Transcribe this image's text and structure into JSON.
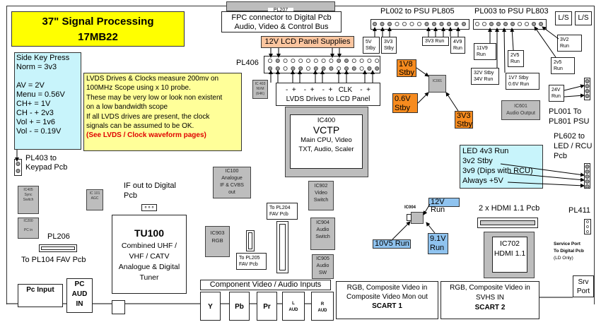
{
  "title": {
    "line1": "37\" Signal Processing",
    "line2": "17MB22"
  },
  "fpc": {
    "connector": "PL207",
    "line1": "FPC connector to Digital Pcb",
    "line2": "Audio, Video & Control Bus"
  },
  "pl002": {
    "label": "PL002 to PSU PL805",
    "tags": [
      "5V Stby",
      "3V3 Stby",
      "3V3 Run",
      "4V9 Run"
    ]
  },
  "pl003": {
    "label": "PL003 to PSU PL803",
    "tags": [
      "11V9 Run",
      "32V Stby 34V Run",
      "2V5 Run",
      "1V7 Stby 0.6V Run",
      "2v5 Run",
      "3V2 Run"
    ]
  },
  "ls": [
    "L/S",
    "L/S"
  ],
  "side_key": {
    "lines": [
      "Side Key Press",
      "Norm = 3v3",
      "",
      "AV = 2V",
      "Menu = 0.56V",
      "CH+ = 1V",
      "CH - + 2v3",
      "Vol + = 1v6",
      "Vol - = 0.19V"
    ]
  },
  "pl403": {
    "line1": "PL403 to",
    "line2": "Keypad Pcb"
  },
  "lvds_note": {
    "lines": [
      "LVDS Drives & Clocks measure 200mv on",
      "100MHz Scope using x 10 probe.",
      "These may be very low or look non existent",
      "on a low bandwidth scope",
      "If all LVDS drives are present, the clock",
      "signals can be assumed to be OK."
    ],
    "link": "(See LVDS / Clock waveform pages)"
  },
  "panel_supplies": "12V LCD Panel Supplies",
  "pl406": "PL406",
  "lvds": {
    "signals": "-  +    -  +    -  +   CLK    -  +",
    "label": "LVDS Drives to LCD Panel"
  },
  "ic403": {
    "line1": "IC 403",
    "line2": "NVM",
    "line3": "(64K)"
  },
  "ic400": {
    "id": "IC400",
    "name": "VCTP",
    "line1": "Main CPU, Video",
    "line2": "TXT, Audio, Scaler"
  },
  "ic001": {
    "id": "IC001",
    "tags": [
      "1V8 Stby",
      "0.6V Stby",
      "3V3 Stby"
    ]
  },
  "ic601": {
    "line1": "IC601",
    "line2": "Audio Output"
  },
  "pl001": {
    "tag": "24V Run",
    "line1": "PL001 To",
    "line2": "PL801 PSU"
  },
  "pl602": {
    "line1": "PL602 to",
    "line2": "LED / RCU",
    "line3": "Pcb"
  },
  "led_box": {
    "lines": [
      "LED 4v3 Run",
      "3v2 Stby",
      "3v9 (Dips with RCU)",
      "Always +5V"
    ]
  },
  "ic405": {
    "line1": "IC405",
    "line2": "Sync",
    "line3": "Switch"
  },
  "ic101": {
    "line1": "IC 101",
    "line2": "AGC"
  },
  "ic200": {
    "line1": "IC200",
    "line2": "PC in"
  },
  "if_out": {
    "line1": "IF out to Digital",
    "line2": "Pcb"
  },
  "ic100": {
    "line1": "IC100",
    "line2": "Analogue",
    "line3": "IF & CVBS",
    "line4": "out"
  },
  "ic902": {
    "line1": "IC902",
    "line2": "Video",
    "line3": "Switch"
  },
  "ic904": {
    "line1": "IC904",
    "line2": "Audio",
    "line3": "Switch"
  },
  "ic905": {
    "line1": "IC905",
    "line2": "Audio",
    "line3": "SW"
  },
  "ic903": {
    "line1": "IC903",
    "line2": "RGB"
  },
  "pl204": {
    "line1": "To PL204",
    "line2": "FAV Pcb"
  },
  "pl205": {
    "line1": "To PL205",
    "line2": "FAV Pcb"
  },
  "pl206": {
    "label": "PL206",
    "caption": "To PL104 FAV Pcb"
  },
  "tu100": {
    "id": "TU100",
    "lines": [
      "Combined UHF /",
      "VHF / CATV",
      "Analogue & Digital",
      "Tuner"
    ]
  },
  "ic004": {
    "id": "IC004",
    "tags": [
      "12V Run",
      "10V5 Run",
      "9.1V Run"
    ]
  },
  "hdmi": {
    "pcb": "2 x HDMI 1.1 Pcb",
    "ic_id": "IC702",
    "ic_name": "HDMI 1.1"
  },
  "pl411": {
    "label": "PL411",
    "line1": "Service Port",
    "line2": "To Digital Pcb",
    "line3": "(LD Only)"
  },
  "srv": {
    "line1": "Srv",
    "line2": "Port"
  },
  "pc_input": "Pc Input",
  "pc_aud": {
    "line1": "PC",
    "line2": "AUD",
    "line3": "IN"
  },
  "component": {
    "label": "Component Video / Audio Inputs",
    "jacks": [
      "Y",
      "Pb",
      "Pr"
    ],
    "l_aud": {
      "a": "L",
      "b": "AUD"
    },
    "r_aud": {
      "a": "R",
      "b": "AUD"
    }
  },
  "scart1": {
    "line1": "RGB, Composite Video in",
    "line2": "Composite Video Mon out",
    "line3": "SCART 1"
  },
  "scart2": {
    "line1": "RGB, Composite Video in",
    "line2": "SVHS IN",
    "line3": "SCART 2"
  }
}
